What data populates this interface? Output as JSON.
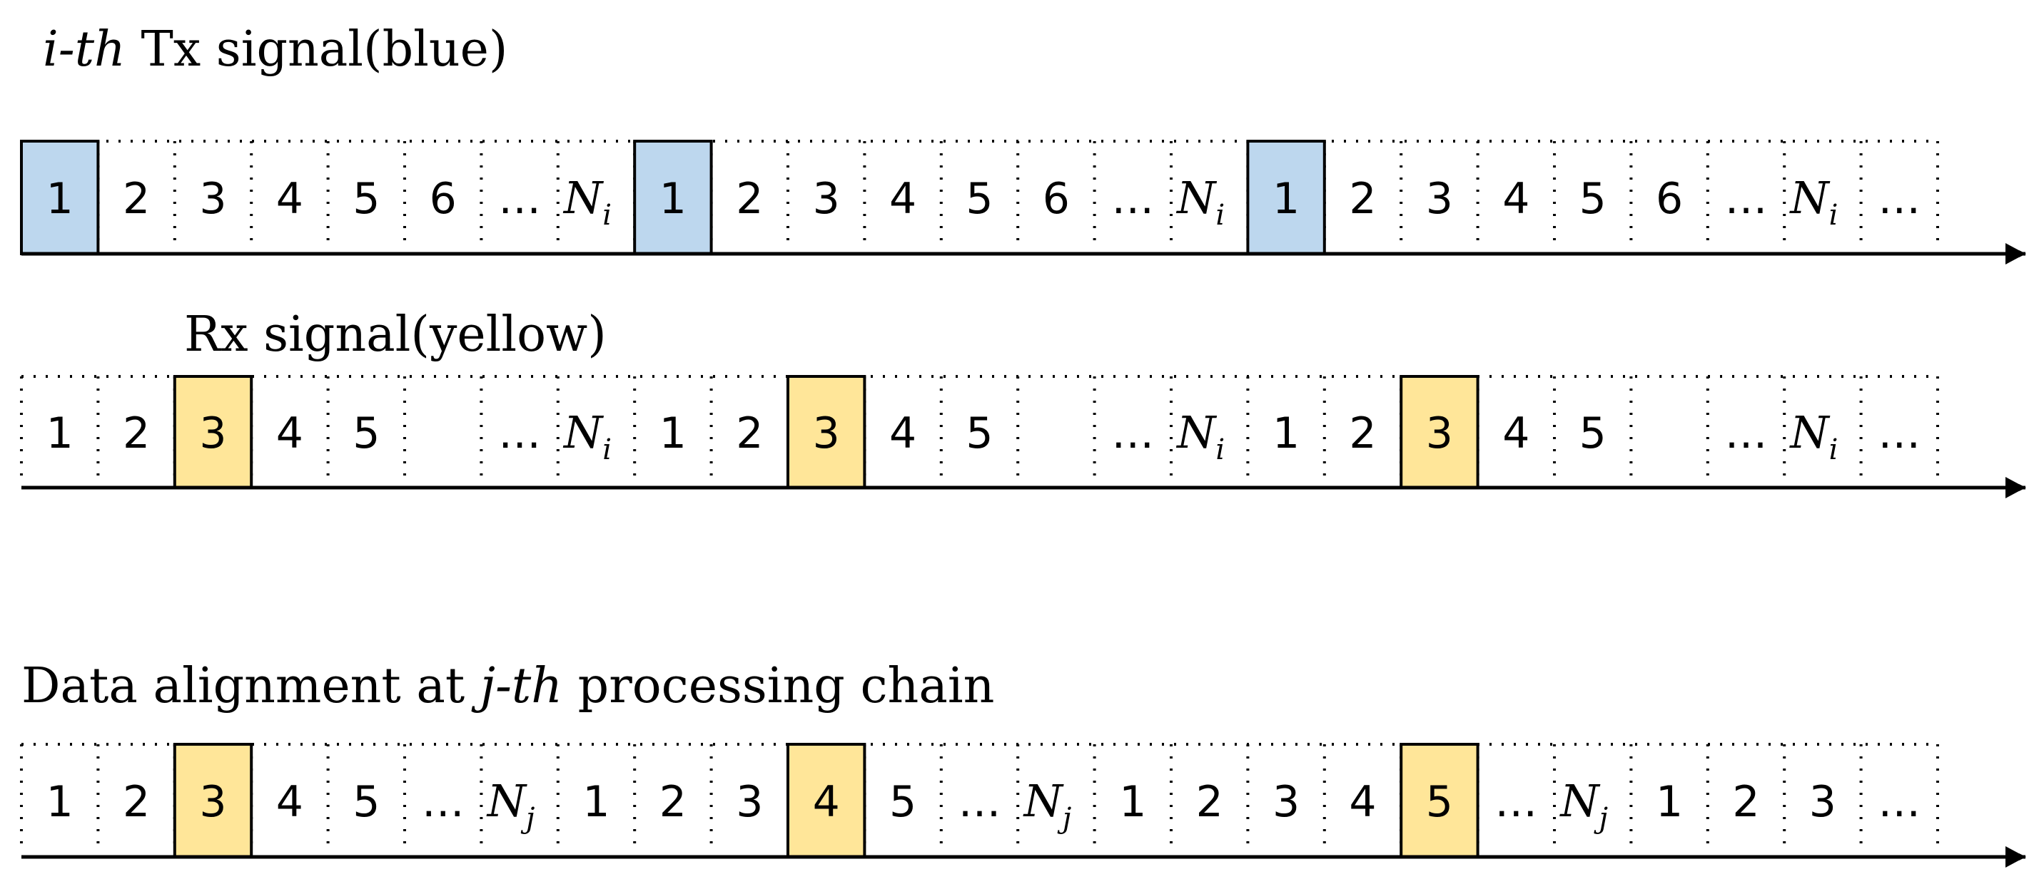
{
  "rows": [
    {
      "id": "tx",
      "title": [
        {
          "text": "i-th",
          "italic": true
        },
        {
          "text": " Tx signal(blue)",
          "italic": false
        }
      ],
      "cells": [
        {
          "label": "1",
          "highlight": true
        },
        {
          "label": "2"
        },
        {
          "label": "3"
        },
        {
          "label": "4"
        },
        {
          "label": "5"
        },
        {
          "label": "6"
        },
        {
          "label": "…"
        },
        {
          "label": "N",
          "sub": "i"
        },
        {
          "label": "1",
          "highlight": true
        },
        {
          "label": "2"
        },
        {
          "label": "3"
        },
        {
          "label": "4"
        },
        {
          "label": "5"
        },
        {
          "label": "6"
        },
        {
          "label": "…"
        },
        {
          "label": "N",
          "sub": "i"
        },
        {
          "label": "1",
          "highlight": true
        },
        {
          "label": "2"
        },
        {
          "label": "3"
        },
        {
          "label": "4"
        },
        {
          "label": "5"
        },
        {
          "label": "6"
        },
        {
          "label": "…"
        },
        {
          "label": "N",
          "sub": "i"
        },
        {
          "label": "…"
        }
      ],
      "highlight_color": "#bdd7ee"
    },
    {
      "id": "rx",
      "title": [
        {
          "text": "Rx signal(yellow)",
          "italic": false
        }
      ],
      "cells": [
        {
          "label": "1"
        },
        {
          "label": "2"
        },
        {
          "label": "3",
          "highlight": true
        },
        {
          "label": "4"
        },
        {
          "label": "5"
        },
        {
          "label": ""
        },
        {
          "label": "…"
        },
        {
          "label": "N",
          "sub": "i"
        },
        {
          "label": "1"
        },
        {
          "label": "2"
        },
        {
          "label": "3",
          "highlight": true
        },
        {
          "label": "4"
        },
        {
          "label": "5"
        },
        {
          "label": ""
        },
        {
          "label": "…"
        },
        {
          "label": "N",
          "sub": "i"
        },
        {
          "label": "1"
        },
        {
          "label": "2"
        },
        {
          "label": "3",
          "highlight": true
        },
        {
          "label": "4"
        },
        {
          "label": "5"
        },
        {
          "label": ""
        },
        {
          "label": "…"
        },
        {
          "label": "N",
          "sub": "i"
        },
        {
          "label": "…"
        }
      ],
      "highlight_color": "#ffe699"
    },
    {
      "id": "align",
      "title": [
        {
          "text": "Data alignment at ",
          "italic": false
        },
        {
          "text": "j-th",
          "italic": true
        },
        {
          "text": "  processing chain",
          "italic": false
        }
      ],
      "cells": [
        {
          "label": "1"
        },
        {
          "label": "2"
        },
        {
          "label": "3",
          "highlight": true
        },
        {
          "label": "4"
        },
        {
          "label": "5"
        },
        {
          "label": "…"
        },
        {
          "label": "N",
          "sub": "j"
        },
        {
          "label": "1"
        },
        {
          "label": "2"
        },
        {
          "label": "3"
        },
        {
          "label": "4",
          "highlight": true
        },
        {
          "label": "5"
        },
        {
          "label": "…"
        },
        {
          "label": "N",
          "sub": "j"
        },
        {
          "label": "1"
        },
        {
          "label": "2"
        },
        {
          "label": "3"
        },
        {
          "label": "4"
        },
        {
          "label": "5",
          "highlight": true
        },
        {
          "label": "…"
        },
        {
          "label": "N",
          "sub": "j"
        },
        {
          "label": "1"
        },
        {
          "label": "2"
        },
        {
          "label": "3"
        },
        {
          "label": "…"
        }
      ],
      "highlight_color": "#ffe699"
    }
  ]
}
